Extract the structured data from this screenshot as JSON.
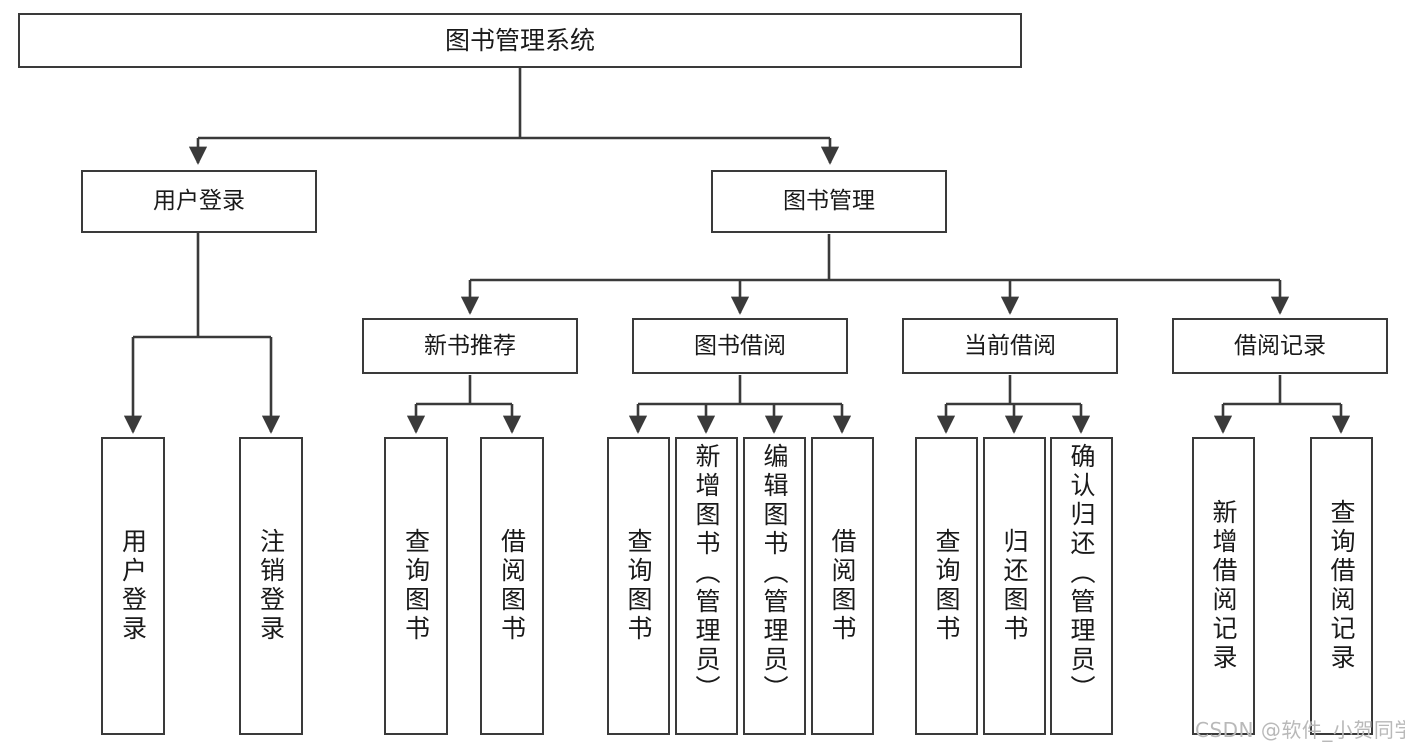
{
  "diagram": {
    "title": "图书管理系统",
    "colors": {
      "stroke": "#3a3a3a",
      "box_fill": "#ffffff",
      "background": "#ffffff",
      "watermark": "#b9b9b9"
    },
    "root": {
      "label": "图书管理系统"
    },
    "level2": [
      {
        "label": "用户登录"
      },
      {
        "label": "图书管理"
      }
    ],
    "level3": [
      {
        "label": "新书推荐"
      },
      {
        "label": "图书借阅"
      },
      {
        "label": "当前借阅"
      },
      {
        "label": "借阅记录"
      }
    ],
    "leaves": {
      "user_login": [
        {
          "label": "用户登录"
        },
        {
          "label": "注销登录"
        }
      ],
      "new_book_recommend": [
        {
          "label": "查询图书"
        },
        {
          "label": "借阅图书"
        }
      ],
      "book_borrow": [
        {
          "label": "查询图书"
        },
        {
          "label": "新增图书（管理员）"
        },
        {
          "label": "编辑图书（管理员）"
        },
        {
          "label": "借阅图书"
        }
      ],
      "current_borrow": [
        {
          "label": "查询图书"
        },
        {
          "label": "归还图书"
        },
        {
          "label": "确认归还（管理员）"
        }
      ],
      "borrow_record": [
        {
          "label": "新增借阅记录"
        },
        {
          "label": "查询借阅记录"
        }
      ]
    },
    "watermark": "CSDN @软件_小贺同学"
  }
}
